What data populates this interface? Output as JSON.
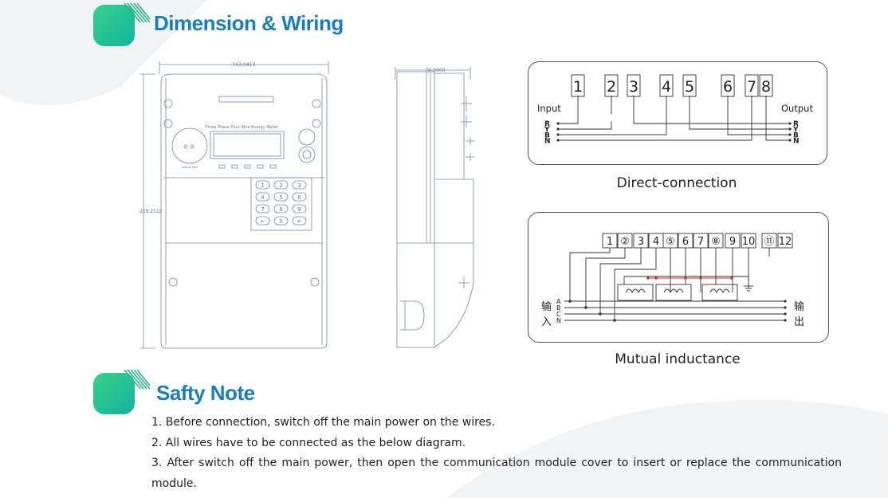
{
  "sections": {
    "wiring_title": "Dimension & Wiring",
    "safety_title": "Safty Note"
  },
  "front_drawing": {
    "width_dim": "163.0413",
    "height_dim": "259.2522",
    "label_text": "Three Phase Four Wire Energy Meter",
    "small_label": "Optical Port",
    "keypad": [
      "1",
      "2",
      "3",
      "4",
      "5",
      "6",
      "7",
      "8",
      "9",
      "←",
      "0",
      "↵"
    ]
  },
  "side_drawing": {
    "depth_dim": "74.0000"
  },
  "direct_connection": {
    "caption": "Direct-connection",
    "terminals": [
      "1",
      "2",
      "3",
      "4",
      "5",
      "6",
      "7",
      "8"
    ],
    "input_label": "Input",
    "output_label": "Output",
    "phases": [
      "R",
      "Y",
      "B",
      "N"
    ]
  },
  "mutual_inductance": {
    "caption": "Mutual inductance",
    "terminals": [
      "1",
      "②",
      "3",
      "4",
      "⑤",
      "6",
      "7",
      "⑧",
      "9",
      "10",
      "⑪",
      "12"
    ],
    "input_label_1": "输",
    "input_label_2": "入",
    "output_label_1": "输",
    "output_label_2": "出",
    "phases": [
      "A",
      "B",
      "C",
      "N"
    ]
  },
  "notes": [
    "1. Before connection, switch off the main power on the wires.",
    "2. All wires have to be connected as the below diagram.",
    "3. After switch off the main power, then open the communication module cover to insert or replace the communication module."
  ],
  "colors": {
    "accent": "#1c7cc0",
    "icon_green": "#2cc88c",
    "link_red": "#c0392b"
  }
}
